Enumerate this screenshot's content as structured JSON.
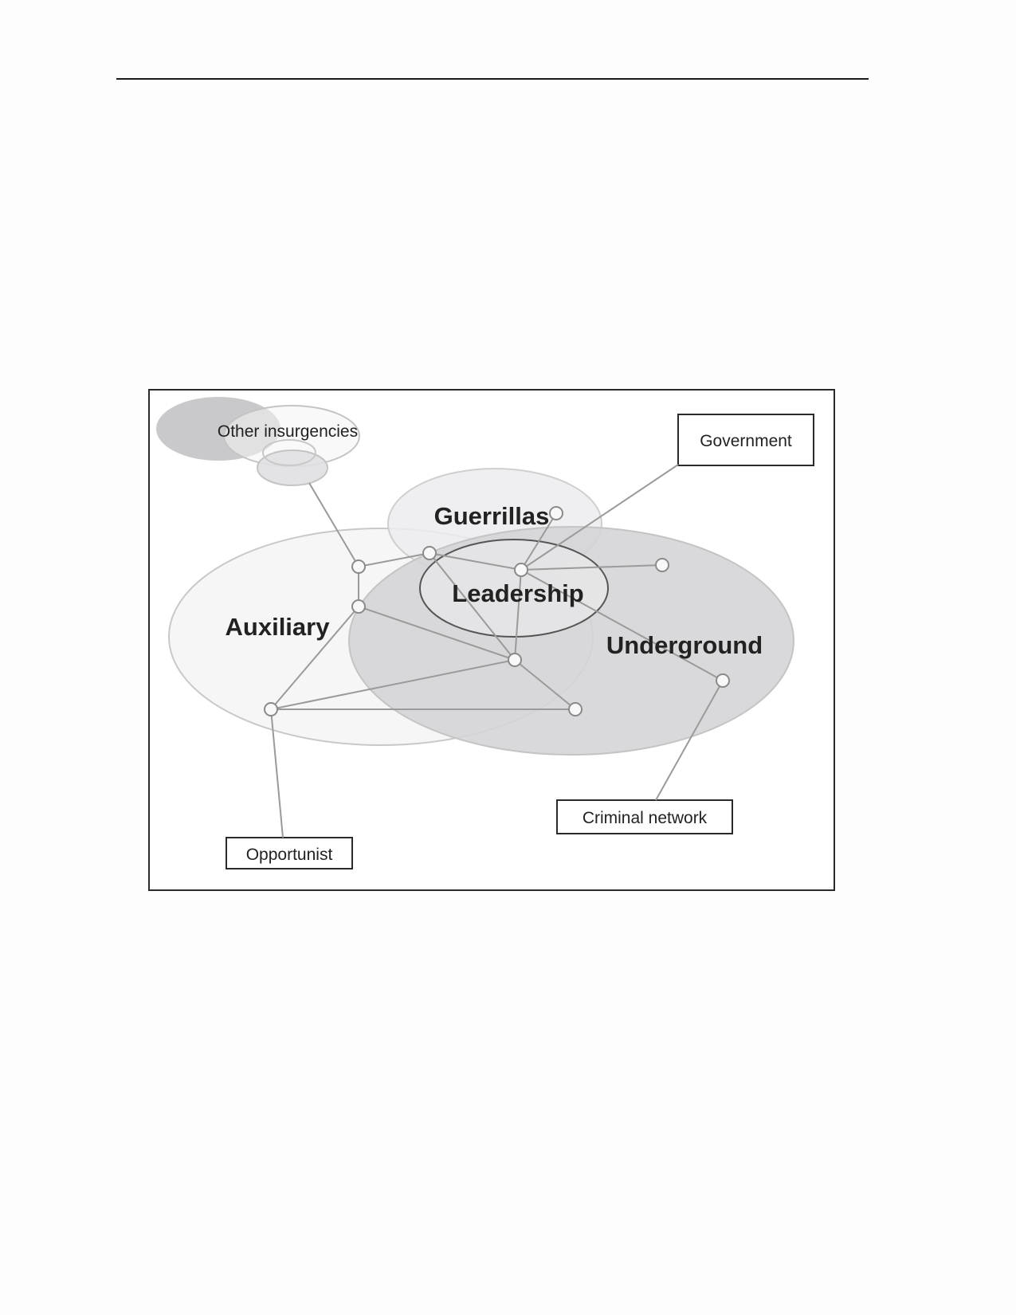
{
  "diagram": {
    "groups": {
      "other_insurgencies": "Other insurgencies",
      "guerrillas": "Guerrillas",
      "leadership": "Leadership",
      "auxiliary": "Auxiliary",
      "underground": "Underground"
    },
    "external_actors": {
      "government": "Government",
      "criminal_network": "Criminal network",
      "opportunist": "Opportunist"
    },
    "colors": {
      "underground_fill": "#d4d4d6",
      "auxiliary_fill": "#f6f6f6",
      "guerrillas_fill": "#ececee",
      "leadership_fill": "#e6e6e8",
      "insurgency_dark": "#c9c9cb",
      "link_stroke": "#9a9a9a",
      "node_fill": "#f8f8f8"
    }
  }
}
